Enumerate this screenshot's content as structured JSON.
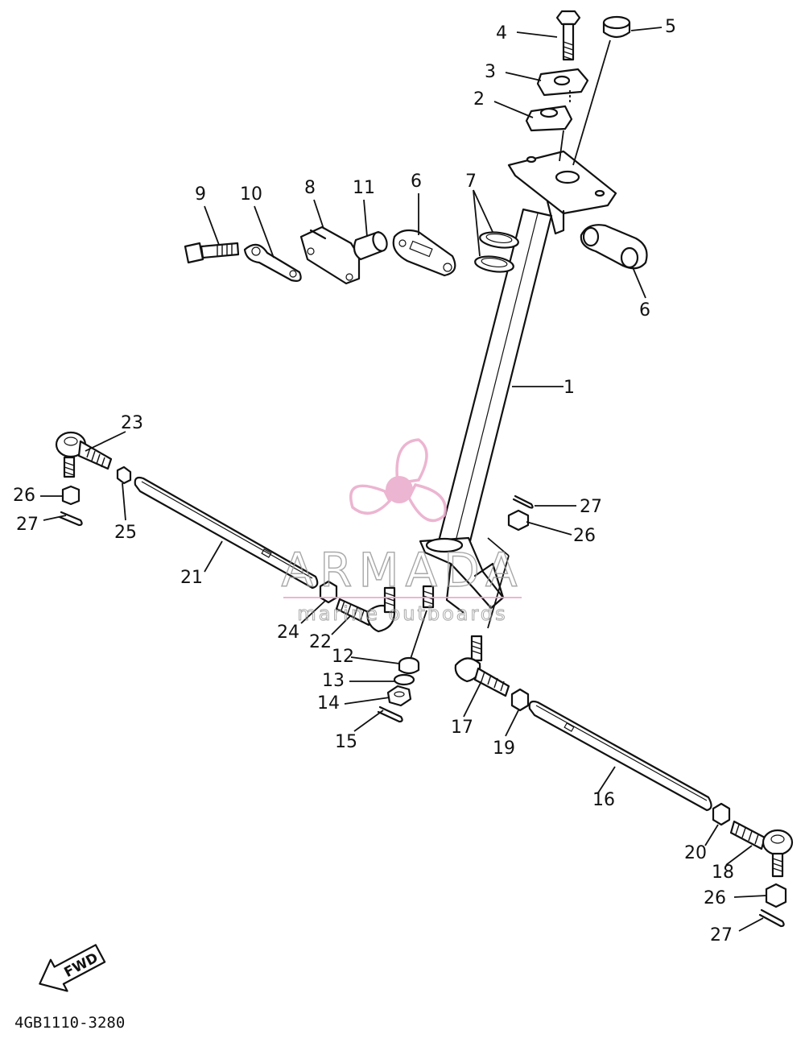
{
  "diagram": {
    "catalog_code": "4GB1110-3280",
    "direction_arrow": "FWD",
    "callouts": [
      "1",
      "2",
      "3",
      "4",
      "5",
      "6",
      "6",
      "7",
      "8",
      "9",
      "10",
      "11",
      "12",
      "13",
      "14",
      "15",
      "16",
      "17",
      "18",
      "19",
      "20",
      "21",
      "22",
      "23",
      "24",
      "25",
      "26",
      "26",
      "26",
      "27",
      "27",
      "27"
    ]
  },
  "watermark": {
    "brand": "ARMADA",
    "tagline": "marine outboards",
    "color": "#e9a9c9"
  }
}
